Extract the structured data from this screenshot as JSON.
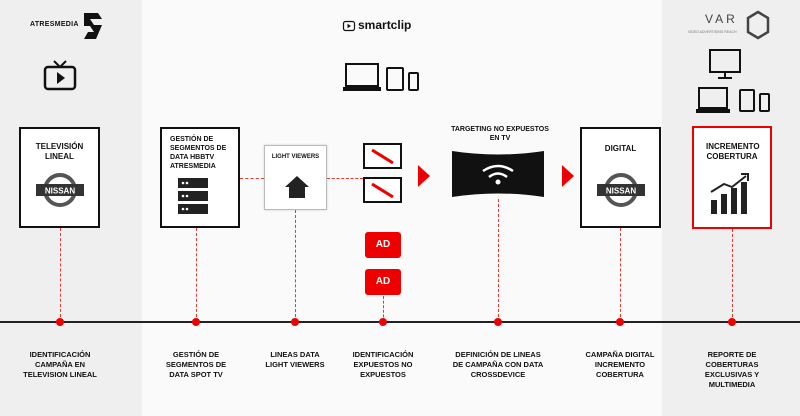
{
  "brands": {
    "atresmedia": "ATRESMEDIA",
    "smartclip": "smartclip",
    "var": "VAR",
    "var_sub": "VIDEO ADVERTISING REACH"
  },
  "cards": {
    "tv": "TELEVISIÓN LINEAL",
    "segments": "GESTIÓN DE SEGMENTOS DE DATA HBBTV ATRESMEDIA",
    "light": "LIGHT VIEWERS",
    "targeting": "TARGETING NO EXPUESTOS EN TV",
    "digital": "DIGITAL",
    "increment": "INCREMENTO COBERTURA"
  },
  "ad_label": "AD",
  "logo_text": "NISSAN",
  "steps": [
    "IDENTIFICACIÓN CAMPAÑA EN TELEVISION LINEAL",
    "GESTIÓN DE SEGMENTOS DE DATA SPOT TV",
    "LINEAS DATA LIGHT VIEWERS",
    "IDENTIFICACIÓN EXPUESTOS NO EXPUESTOS",
    "DEFINICIÓN DE LINEAS DE CAMPAÑA CON DATA CROSSDEVICE",
    "CAMPAÑA DIGITAL INCREMENTO COBERTURA",
    "REPORTE DE COBERTURAS EXCLUSIVAS Y MULTIMEDIA"
  ],
  "colors": {
    "accent": "#e00000",
    "dark": "#111111",
    "panel": "#efefef"
  },
  "icons": [
    "tv-play-icon",
    "devices-icon",
    "server-icon",
    "house-icon",
    "tv-blocked-icon",
    "wifi-icon",
    "chart-growth-icon",
    "arrow-right-icon"
  ]
}
